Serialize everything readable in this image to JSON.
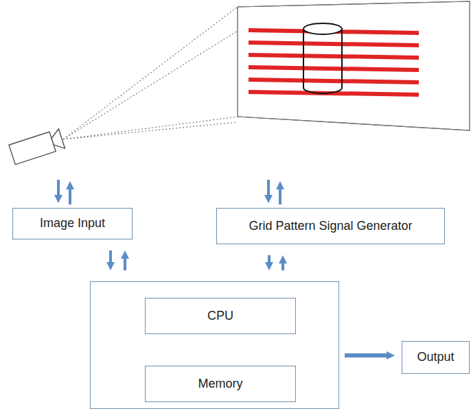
{
  "diagram": {
    "nodes": [
      {
        "text": [
          "Image Input"
        ]
      },
      {
        "text": [
          "Grid Pattern Signal Generator"
        ]
      },
      {
        "text": []
      },
      {
        "text": [
          "CPU"
        ],
        "in": 2
      },
      {
        "text": [
          "Memory"
        ],
        "in": 2
      },
      {
        "text": [
          "Output"
        ]
      }
    ],
    "edges": [
      {
        "from": 0,
        "to": 2,
        "arrow": "to"
      },
      {
        "from": 2,
        "to": 0,
        "arrow": "to"
      },
      {
        "from": 1,
        "to": 2,
        "arrow": "to"
      },
      {
        "from": 2,
        "to": 1,
        "arrow": "to"
      },
      {
        "from": 3,
        "to": 4,
        "arrow": "to"
      },
      {
        "from": 4,
        "to": 3,
        "arrow": "to"
      },
      {
        "from": 2,
        "to": 5,
        "arrow": "to"
      }
    ]
  }
}
